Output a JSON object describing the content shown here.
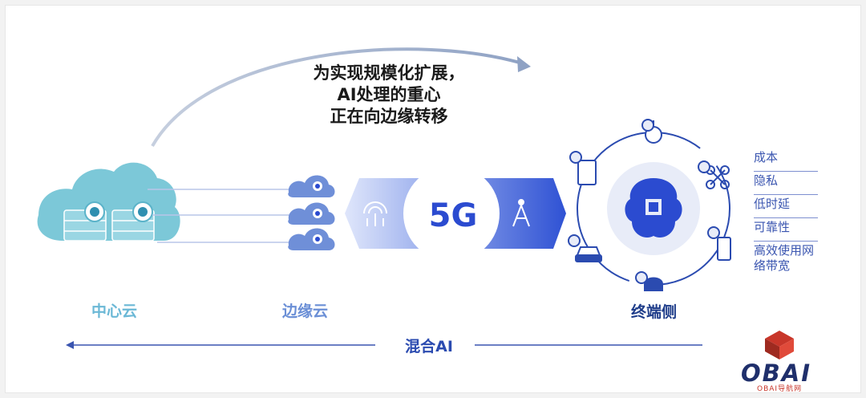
{
  "headline": [
    "为实现规模化扩展，",
    "AI处理的重心",
    "正在向边缘转移"
  ],
  "labels": {
    "center_cloud": "中心云",
    "edge_cloud": "边缘云",
    "device_side": "终端侧",
    "hybrid_ai": "混合AI",
    "five_g": "5G"
  },
  "benefits": [
    "成本",
    "隐私",
    "低时延",
    "可靠性",
    "高效使用网络带宽"
  ],
  "logo": {
    "text": "OBAI",
    "sub": "OBAI导航网"
  },
  "colors": {
    "cloud": "#7cc8d8",
    "accent_blue": "#2b4bd0",
    "band_dark": "#2f52d4",
    "band_light": "#aebff2",
    "arrow": "#3a55b0",
    "logo_red": "#c8362a"
  }
}
